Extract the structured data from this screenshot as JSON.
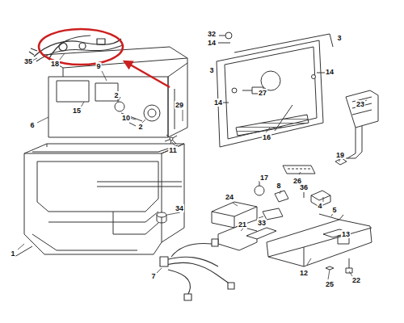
{
  "diagram": {
    "labels": [
      "35",
      "18",
      "9",
      "15",
      "6",
      "2",
      "10",
      "2",
      "29",
      "32",
      "14",
      "3",
      "3",
      "14",
      "27",
      "14",
      "23",
      "16",
      "11",
      "19",
      "26",
      "17",
      "36",
      "4",
      "8",
      "5",
      "24",
      "33",
      "13",
      "21",
      "34",
      "1",
      "12",
      "22",
      "25",
      "7"
    ]
  }
}
